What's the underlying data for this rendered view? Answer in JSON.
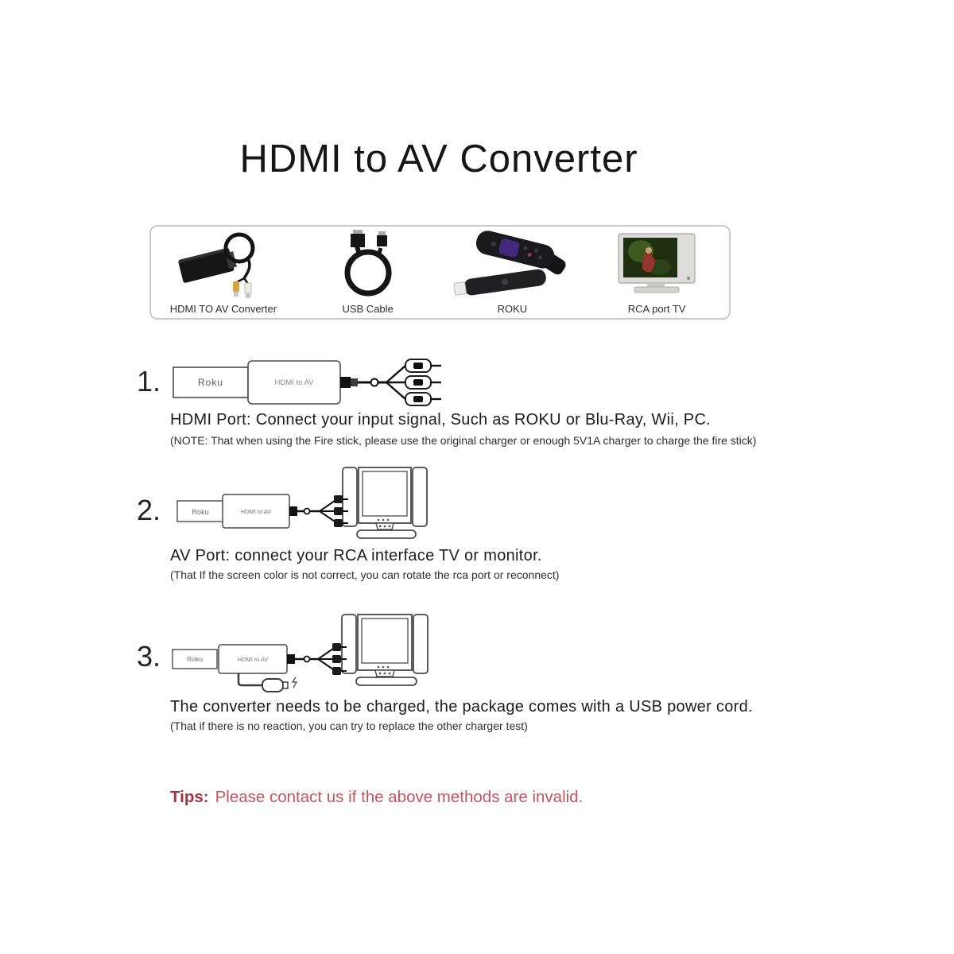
{
  "page": {
    "title": "HDMI to AV Converter"
  },
  "product_box": {
    "items": [
      {
        "label": "HDMI TO AV Converter",
        "icon": "hdmi-av-converter-icon"
      },
      {
        "label": "USB Cable",
        "icon": "usb-cable-icon"
      },
      {
        "label": "ROKU",
        "icon": "roku-stick-icon"
      },
      {
        "label": "RCA port TV",
        "icon": "rca-port-tv-icon"
      }
    ]
  },
  "steps": [
    {
      "number": "1.",
      "heading": "HDMI Port: Connect your input signal, Such as ROKU or Blu-Ray, Wii, PC.",
      "note": "(NOTE: That when using the Fire stick, please use the original charger or enough 5V1A charger to charge the fire stick)",
      "diagram": {
        "source_label": "Roku",
        "converter_label": "HDMI to AV"
      }
    },
    {
      "number": "2.",
      "heading": "AV Port: connect your RCA interface TV or monitor.",
      "note": "(That If the screen color is not correct, you can rotate the rca port or reconnect)",
      "diagram": {
        "source_label": "Roku",
        "converter_label": "HDMI to AV"
      }
    },
    {
      "number": "3.",
      "heading": "The converter needs to be charged, the package comes with a USB power cord.",
      "note": "(That if there is no reaction, you can try to replace the other charger test)",
      "diagram": {
        "source_label": "Roku",
        "converter_label": "HDMI to AV"
      }
    }
  ],
  "tips": {
    "label": "Tips:",
    "text": "Please contact us if the above methods are invalid."
  },
  "colors": {
    "tips_label": "#a63440",
    "tips_text": "#c4545f",
    "diagram_outline": "#4a4a4a",
    "gallery_border": "#c9c9c9",
    "cable_black": "#111111"
  }
}
